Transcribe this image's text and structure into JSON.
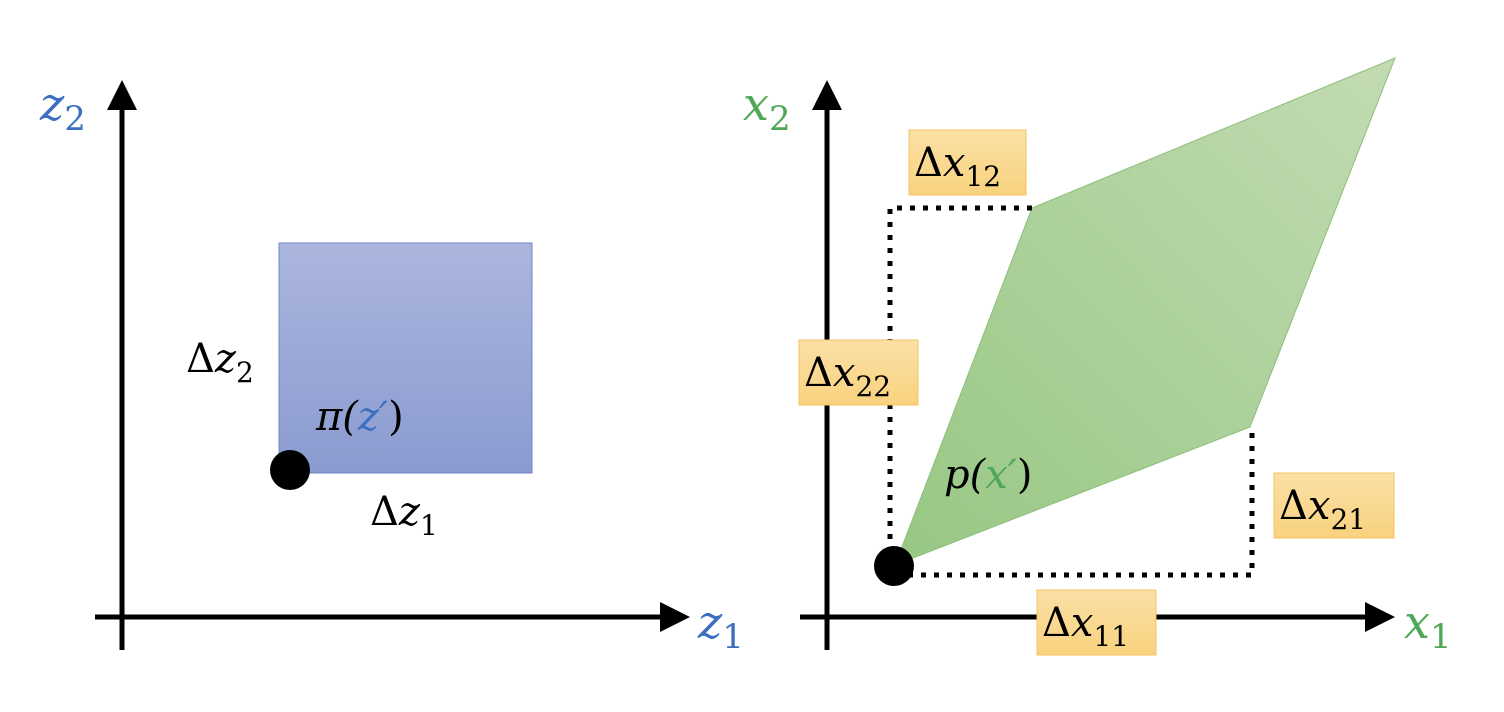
{
  "colors": {
    "blue": "#3c6fc0",
    "green": "#4fa858",
    "square": "#9aa8d8",
    "parallelogram": "#aacd98",
    "tag": "#f8d488"
  },
  "left": {
    "y_axis": {
      "var": "z",
      "sub": "2"
    },
    "x_axis": {
      "var": "z",
      "sub": "1"
    },
    "dz2": {
      "delta": "Δ",
      "var": "z",
      "sub": "2"
    },
    "dz1": {
      "delta": "Δ",
      "var": "z",
      "sub": "1"
    },
    "density": {
      "func": "π(",
      "var": "z′",
      "close": ")"
    }
  },
  "right": {
    "y_axis": {
      "var": "x",
      "sub": "2"
    },
    "x_axis": {
      "var": "x",
      "sub": "1"
    },
    "dx12": {
      "delta": "Δ",
      "var": "x",
      "sub": "12"
    },
    "dx22": {
      "delta": "Δ",
      "var": "x",
      "sub": "22"
    },
    "dx21": {
      "delta": "Δ",
      "var": "x",
      "sub": "21"
    },
    "dx11": {
      "delta": "Δ",
      "var": "x",
      "sub": "11"
    },
    "density": {
      "func": "p(",
      "var": "x′",
      "close": ")"
    }
  }
}
